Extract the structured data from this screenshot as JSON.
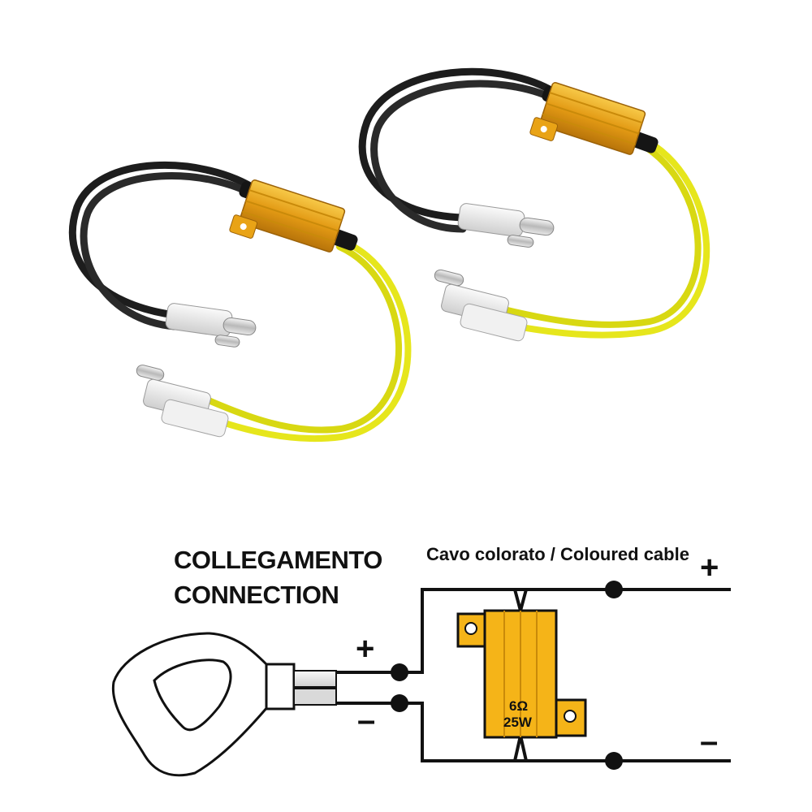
{
  "diagram": {
    "heading_line1": "COLLEGAMENTO",
    "heading_line2": "CONNECTION",
    "cable_caption": "Cavo colorato / Coloured cable",
    "plus_left": "+",
    "minus_left": "–",
    "plus_right": "+",
    "minus_right": "–",
    "resistor_value": "6Ω",
    "resistor_power": "25W"
  },
  "colors": {
    "resistor_gold": "#f5b418",
    "resistor_dark": "#c98a0a",
    "wire_yellow": "#eaea1a",
    "wire_black": "#1d1d1d",
    "line": "#111111"
  }
}
